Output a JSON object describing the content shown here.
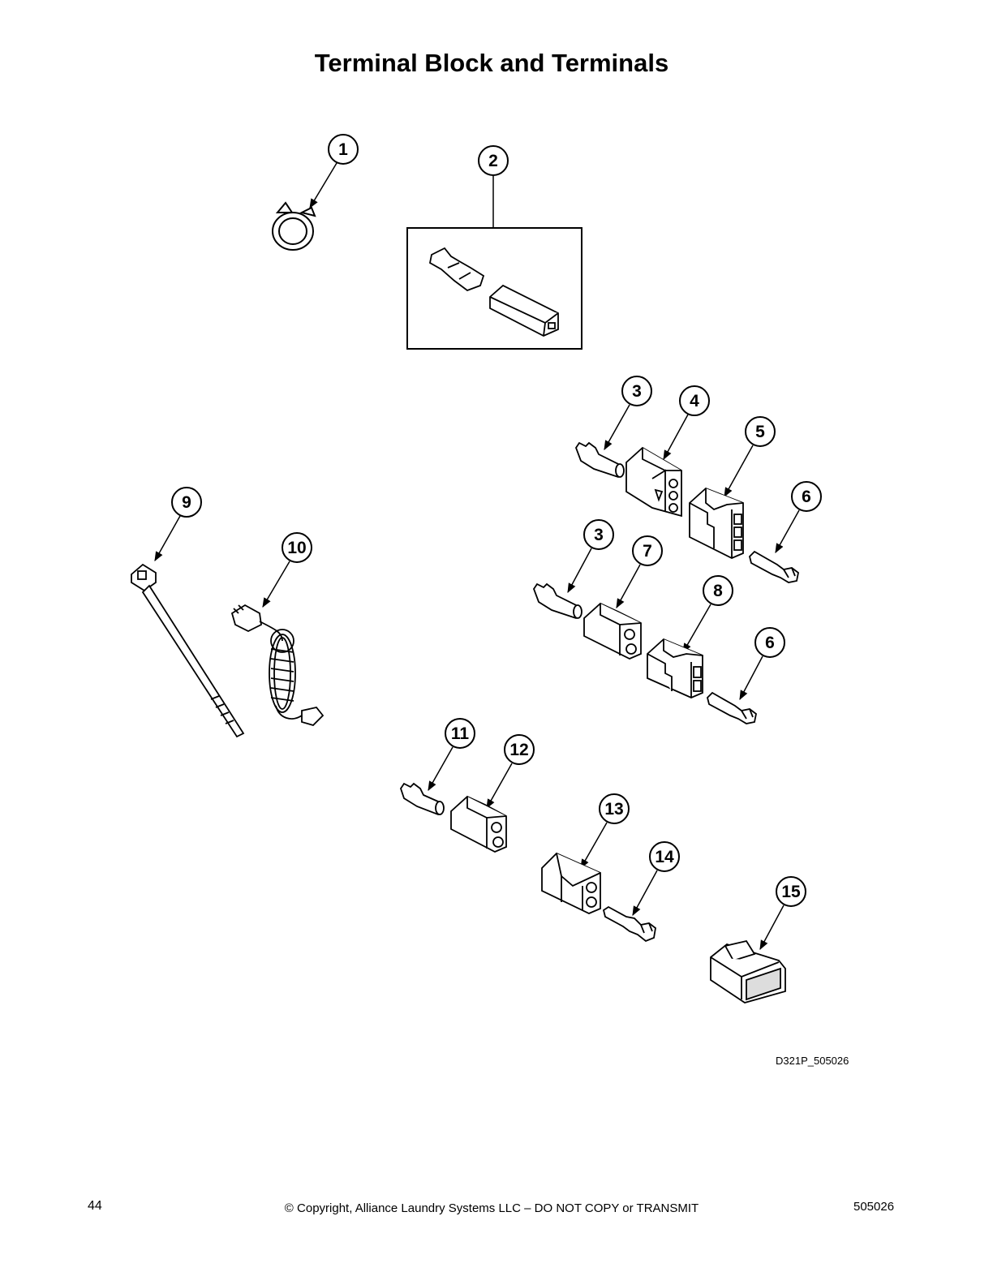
{
  "title": "Terminal Block and Terminals",
  "callouts": {
    "c1": "1",
    "c2": "2",
    "c3a": "3",
    "c4": "4",
    "c5": "5",
    "c6a": "6",
    "c3b": "3",
    "c7": "7",
    "c8": "8",
    "c6b": "6",
    "c9": "9",
    "c10": "10",
    "c11": "11",
    "c12": "12",
    "c13": "13",
    "c14": "14",
    "c15": "15"
  },
  "drawing_id": "D321P_505026",
  "footer": {
    "page_number": "44",
    "copyright": "© Copyright, Alliance Laundry Systems LLC – DO NOT COPY or TRANSMIT",
    "doc_number": "505026"
  }
}
